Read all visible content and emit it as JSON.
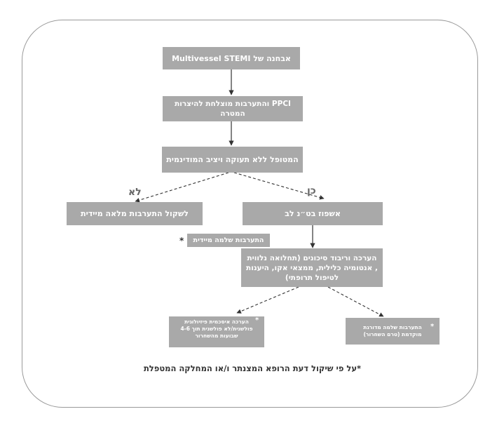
{
  "boxes": {
    "diagnosis": "אבחנה של Multivessel STEMI",
    "ppci": "PPCI והתערבות מוצלחת להיצרות\nהמטרה",
    "stable": "המטופל ללא תעוקה ויציב המודינמית",
    "no_action": "לשקול התערבות מלאה מיידית",
    "yes_action": "אשפוז בט״נ לב",
    "immediate": "התערבות שלמה מיידית",
    "assessment": "הערכה וריבוד סיכונים (תחלואה נלווית\n, אנטומיה כלילית, ממצאי אקו, היענות\nלטיפול תרופתי)",
    "left_leaf": "הערכה איסכמית פיזיולוגית\nפולשנית/לא פולשנית תוך 4-6\nשבועות מהשחרור",
    "right_leaf": "התערבות שלמה מדורגת\nמוקדמת (טרם השחרור)"
  },
  "labels": {
    "no": "לא",
    "yes": "כן",
    "asterisk": "*"
  },
  "footnote": "*על פי שיקול דעת הרופא המצנתר ו/או המחלקה המטפלת",
  "colors": {
    "box_fill": "#a9a9a9",
    "box_text": "#ffffff",
    "line": "#333333",
    "frame": "#9a9a9a"
  }
}
